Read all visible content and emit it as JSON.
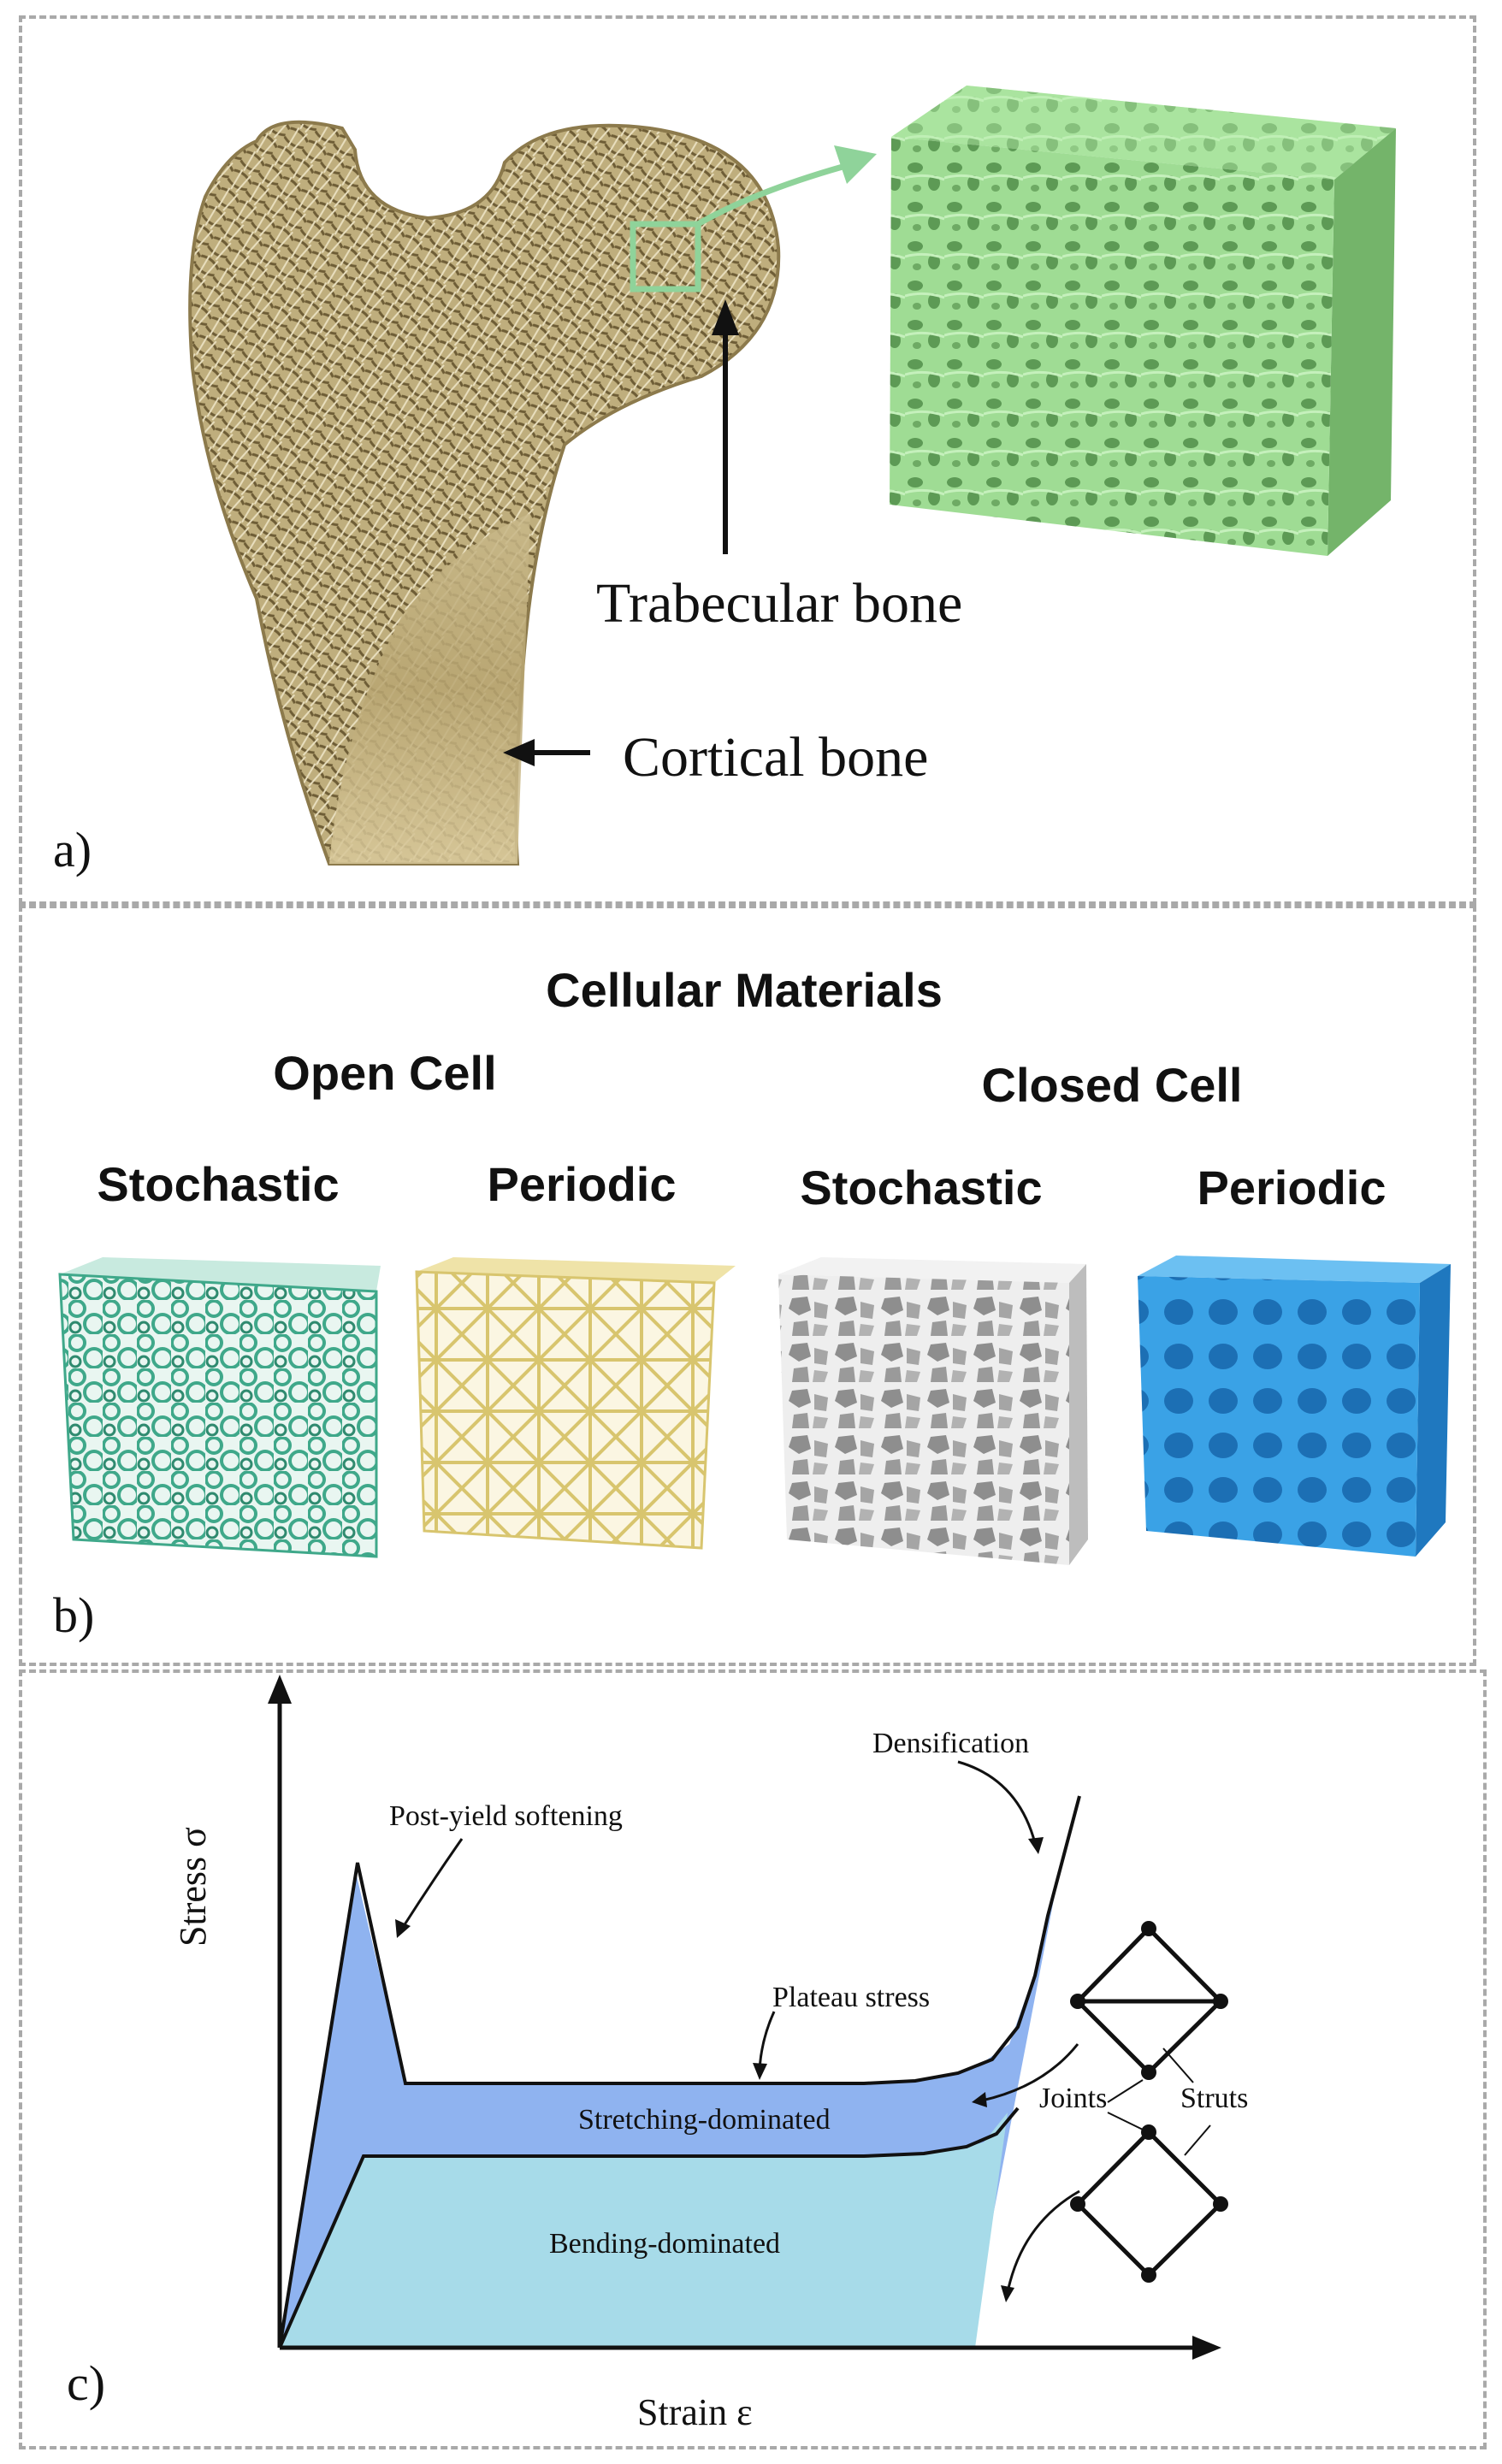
{
  "panel_a": {
    "letter": "a)",
    "trabecular_label": "Trabecular bone",
    "cortical_label": "Cortical bone"
  },
  "panel_b": {
    "letter": "b)",
    "title": "Cellular Materials",
    "open_cell": "Open Cell",
    "closed_cell": "Closed Cell",
    "categories": [
      "Stochastic",
      "Periodic",
      "Stochastic",
      "Periodic"
    ],
    "colors": {
      "open_stochastic": "#3fa88a",
      "open_periodic": "#d8c56e",
      "closed_stochastic": "#d5d5d5",
      "closed_periodic": "#2f8fd6"
    }
  },
  "panel_c": {
    "letter": "c)",
    "xlabel": "Strain ε",
    "ylabel": "Stress σ",
    "annotations": {
      "post_yield": "Post-yield softening",
      "densification": "Densification",
      "plateau": "Plateau stress",
      "stretching": "Stretching-dominated",
      "bending": "Bending-dominated",
      "joints": "Joints",
      "struts": "Struts"
    },
    "colors": {
      "stretching": "#8fb3f0",
      "bending": "#a7dbe9"
    }
  }
}
